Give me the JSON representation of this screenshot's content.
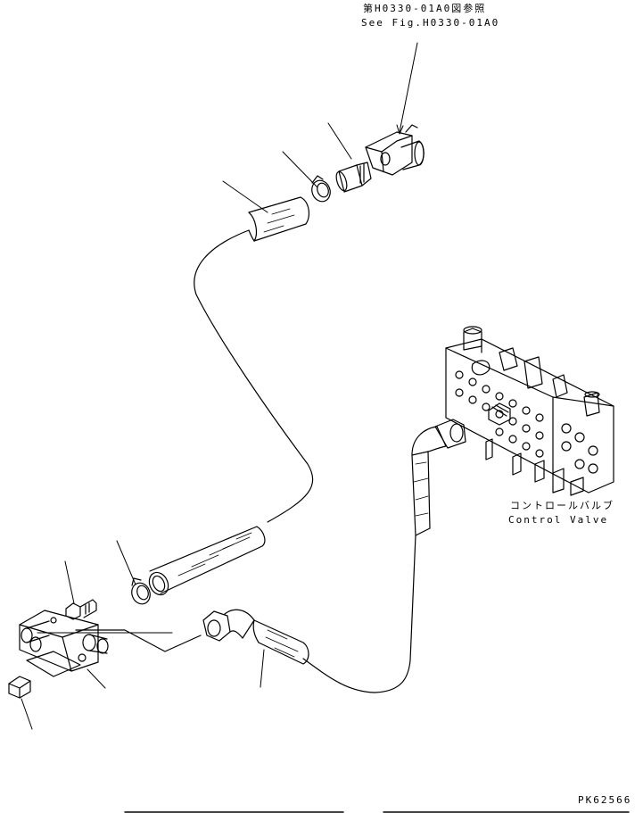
{
  "labels": {
    "reference_jp": "第H0330-01A0図参照",
    "reference_en": "See Fig.H0330-01A0",
    "control_valve_jp": "コントロールバルブ",
    "control_valve_en": "Control Valve",
    "drawing_code": "PK62566"
  }
}
